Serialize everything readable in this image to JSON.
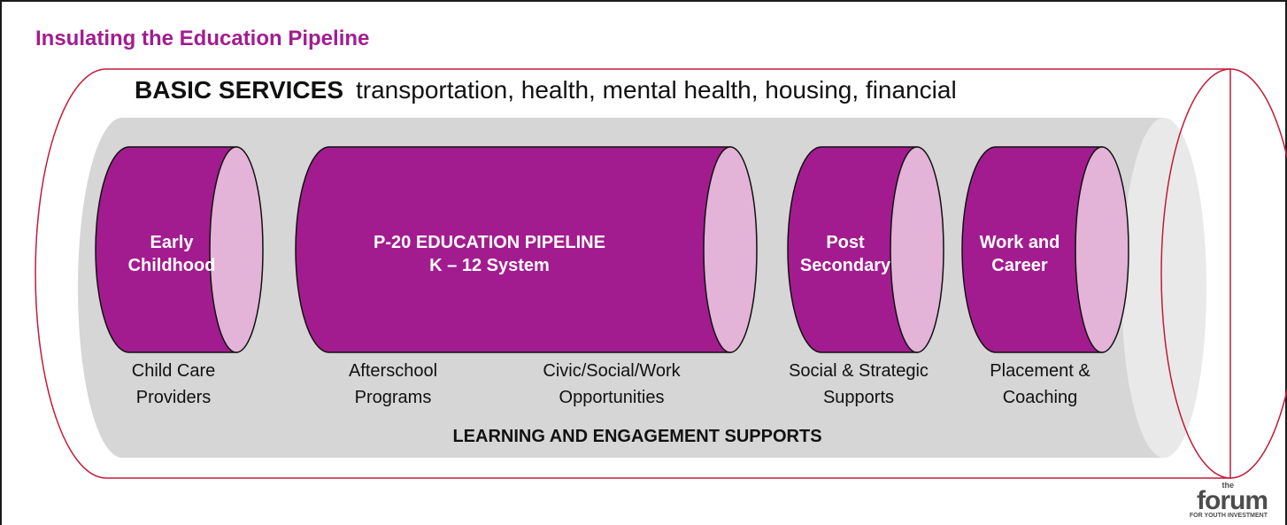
{
  "title": "Insulating the Education Pipeline",
  "basic_services": {
    "heading": "BASIC SERVICES",
    "items": "transportation, health, mental health, housing, financial"
  },
  "cylinders": [
    {
      "line1": "Early",
      "line2": "Childhood"
    },
    {
      "line1": "P-20 EDUCATION PIPELINE",
      "line2": "K – 12 System"
    },
    {
      "line1": "Post",
      "line2": "Secondary"
    },
    {
      "line1": "Work and",
      "line2": "Career"
    }
  ],
  "supports": [
    {
      "line1": "Child Care",
      "line2": "Providers"
    },
    {
      "line1": "Afterschool",
      "line2": "Programs"
    },
    {
      "line1": "Civic/Social/Work",
      "line2": "Opportunities"
    },
    {
      "line1": "Social & Strategic",
      "line2": "Supports"
    },
    {
      "line1": "Placement &",
      "line2": "Coaching"
    }
  ],
  "learning_supports": "LEARNING AND ENGAGEMENT SUPPORTS",
  "logo": {
    "the": "the",
    "name": "forum",
    "tagline": "FOR YOUTH INVESTMENT"
  },
  "colors": {
    "magenta": "#a31c8f",
    "pink_end": "#e3b3d8",
    "gray_band": "#d6d6d6",
    "outer_outline": "#c21b3a"
  }
}
